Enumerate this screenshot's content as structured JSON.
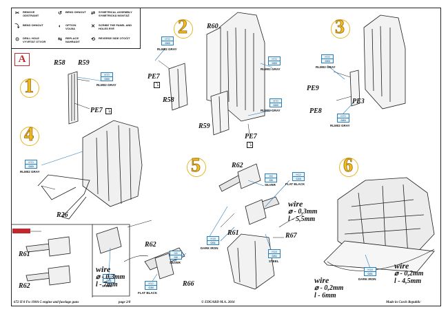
{
  "legend": [
    {
      "icon": "scissors-icon",
      "text": "REMOVE ODSTRANIT"
    },
    {
      "icon": "bend-icon",
      "text": "BEND OHNOUT"
    },
    {
      "icon": "symmetrical-icon",
      "text": "SYMETRICAL ASSEMBLY SYMETRICKÁ MONTÁŽ"
    },
    {
      "icon": "bend-chnout-icon",
      "text": "BEND OHNOUT"
    },
    {
      "icon": "option-icon",
      "text": "OPTION VOLBA"
    },
    {
      "icon": "cross-icon",
      "text": "SCRIBE THE PANEL AND HOLES RYÉ"
    },
    {
      "icon": "drill-icon",
      "text": "DRILL HOLE VYVRTAT OTVOR"
    },
    {
      "icon": "replace-icon",
      "text": "REPLACE NAHRADIT"
    },
    {
      "icon": "reverse-icon",
      "text": "REVERSE SIDE OTOČIT"
    }
  ],
  "section_letter": "A",
  "steps": [
    "1",
    "2",
    "3",
    "4",
    "5",
    "6"
  ],
  "parts": {
    "r58a": "R58",
    "r59a": "R59",
    "pe7a": "PE7",
    "r60": "R60",
    "pe7b": "PE7",
    "r58b": "R58",
    "r59b": "R59",
    "pe7c": "PE7",
    "pe9": "PE9",
    "pe8": "PE8",
    "pe3": "PE3",
    "r26": "R26",
    "r62a": "R62",
    "r61a": "R61",
    "r67": "R67",
    "r61b": "R61",
    "r62b": "R62",
    "r62c": "R62",
    "r66": "R66"
  },
  "colors": [
    {
      "code": "H70",
      "code2": "C60",
      "name": "RLM02 GRAY"
    },
    {
      "code": "H70",
      "code2": "C60",
      "name": "RLM02 GRAY"
    },
    {
      "code": "H70",
      "code2": "C60",
      "name": "RLM02 GRAY"
    },
    {
      "code": "H70",
      "code2": "C60",
      "name": "RLM02 GRAY"
    },
    {
      "code": "H70",
      "code2": "C60",
      "name": "RLM02 GRAY"
    },
    {
      "code": "H70",
      "code2": "C60",
      "name": "RLM02 GRAY"
    },
    {
      "code": "H8",
      "code2": "C8",
      "name": "SILVER"
    },
    {
      "code": "H12",
      "code2": "C33",
      "name": "FLAT BLACK"
    },
    {
      "code": "H18",
      "code2": "C61",
      "name": "DARK IRON"
    },
    {
      "code": "H18",
      "code2": "C61",
      "name": "STEEL"
    },
    {
      "code": "H18",
      "code2": "C61",
      "name": "DARK IRON"
    },
    {
      "code": "H18",
      "code2": "C61",
      "name": "STEEL"
    },
    {
      "code": "H8",
      "code2": "C8",
      "name": "SILVER"
    },
    {
      "code": "H12",
      "code2": "C33",
      "name": "FLAT BLACK"
    }
  ],
  "wires": [
    {
      "title": "wire",
      "d": "⌀ - 0,3mm",
      "l": "l - 5,5mm"
    },
    {
      "title": "wire",
      "d": "⌀ - 0,3mm",
      "l": "l - 7mm"
    },
    {
      "title": "wire",
      "d": "⌀ - 0,2mm",
      "l": "l - 6mm"
    },
    {
      "title": "wire",
      "d": "⌀ - 0,2mm",
      "l": "l - 4,5mm"
    }
  ],
  "footer": {
    "left": "672 II 8  Fw 190A-5 engine and fuselage guns",
    "page": "page 2/8",
    "center": "© EDUARD  M.A. 2016",
    "right": "Made in Czech Republic"
  }
}
